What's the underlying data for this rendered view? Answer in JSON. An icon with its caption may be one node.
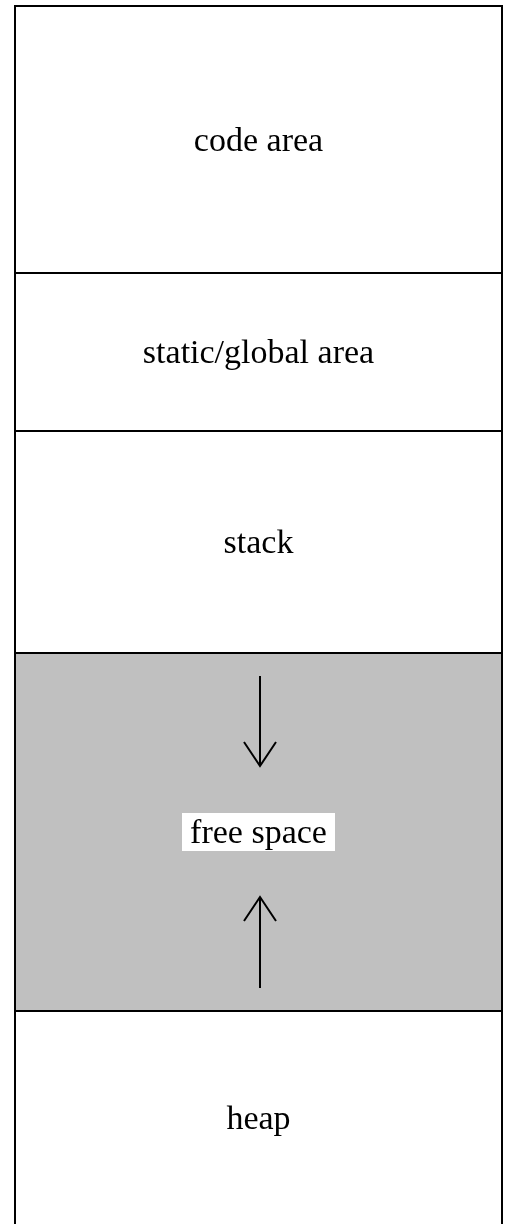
{
  "diagram": {
    "nodes": [
      {
        "text": [
          "code area"
        ]
      },
      {
        "text": [
          "static/global area"
        ]
      },
      {
        "text": [
          "stack"
        ]
      },
      {
        "text": [
          "free space"
        ]
      },
      {
        "text": [
          "heap"
        ]
      }
    ]
  }
}
